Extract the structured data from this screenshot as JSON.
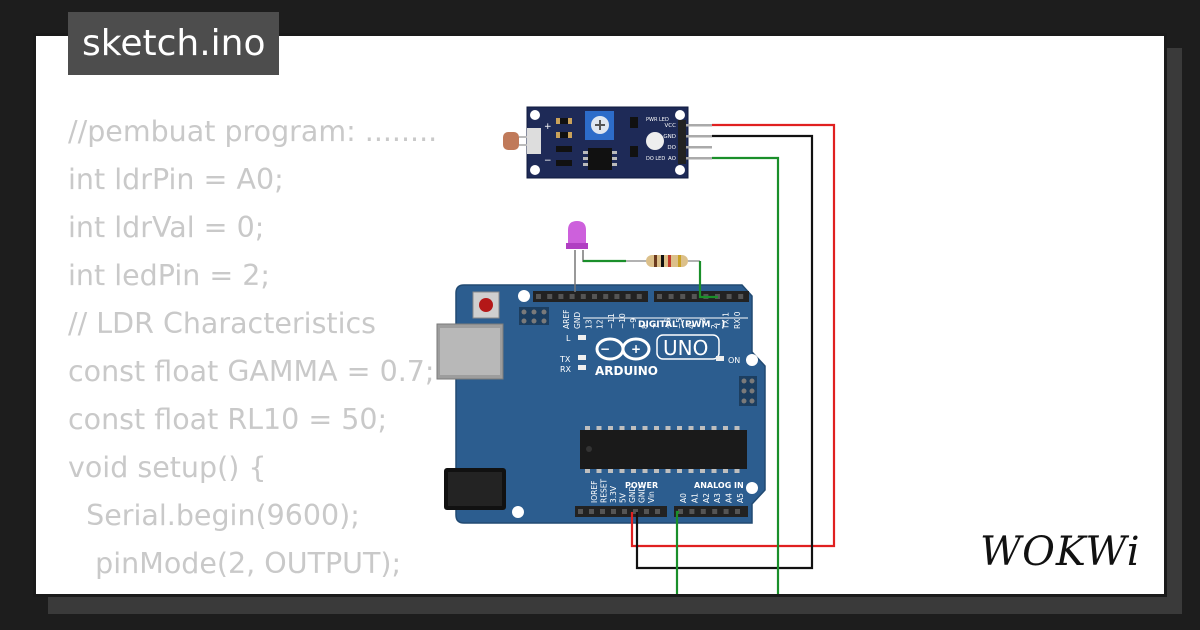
{
  "header": {
    "file_name": "sketch.ino"
  },
  "code_lines": [
    "//pembuat program: ........",
    "int ldrPin = A0;",
    "int ldrVal = 0;",
    "int ledPin = 2;",
    "// LDR Characteristics",
    "const float GAMMA = 0.7;",
    "const float RL10 = 50;",
    "void setup() {",
    "  Serial.begin(9600);",
    "   pinMode(2, OUTPUT);",
    "}"
  ],
  "brand": {
    "logo_text": "WOKWi"
  },
  "arduino": {
    "board_name": "UNO",
    "brand_name": "ARDUINO",
    "digital_header": "DIGITAL (PWM ~)",
    "power_header": "POWER",
    "analog_header": "ANALOG IN",
    "on_label": "ON",
    "l_label": "L",
    "tx_label": "TX",
    "rx_label": "RX",
    "digital_pins": [
      "AREF",
      "GND",
      "13",
      "12",
      "~11",
      "~10",
      "~9",
      "8",
      "7",
      "~6",
      "~5",
      "4",
      "~3",
      "2",
      "TX 1",
      "RX 0"
    ],
    "power_pins": [
      "IOREF",
      "RESET",
      "3.3V",
      "5V",
      "GND",
      "GND",
      "Vin"
    ],
    "analog_pins": [
      "A0",
      "A1",
      "A2",
      "A3",
      "A4",
      "A5"
    ]
  },
  "ldr_module": {
    "pins": [
      "VCC",
      "GND",
      "DO",
      "AO"
    ],
    "leds": [
      "PWR LED",
      "DO LED"
    ]
  },
  "colors": {
    "background": "#1d1d1d",
    "card": "#ffffff",
    "code_text": "#c9c9c9",
    "board": "#2c5d8f",
    "wire_red": "#e02020",
    "wire_black": "#111111",
    "wire_green": "#1a8f2a",
    "led": "#c84fd8"
  }
}
